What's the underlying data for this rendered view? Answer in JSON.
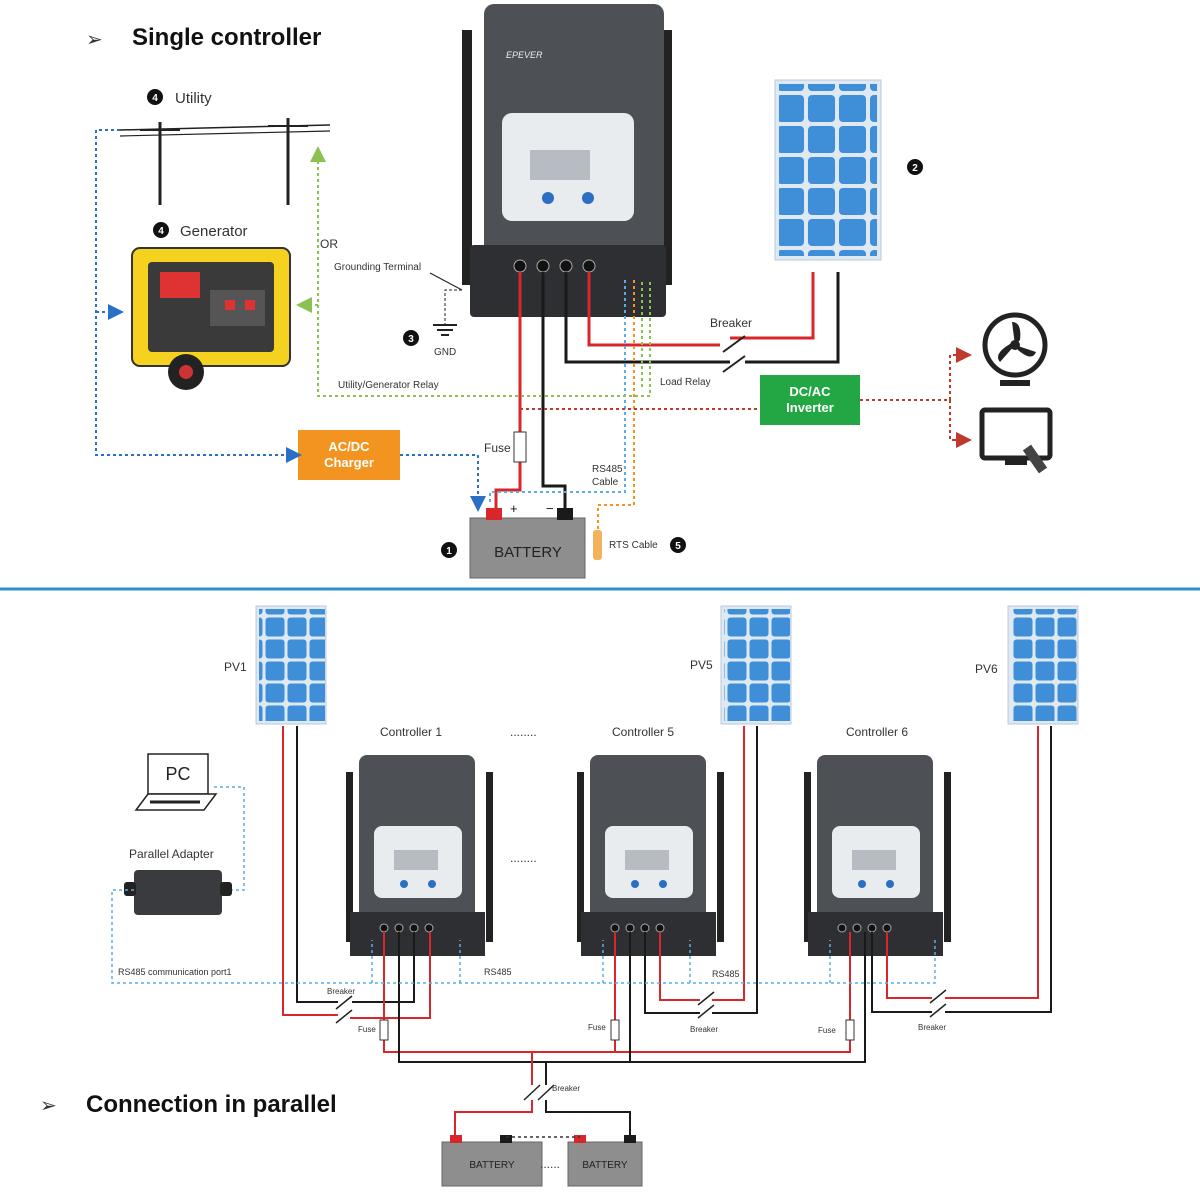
{
  "single": {
    "heading": "Single controller",
    "bullet": "➢",
    "utility": "Utility",
    "generator": "Generator",
    "or": "OR",
    "grounding_terminal": "Grounding Terminal",
    "gnd": "GND",
    "breaker": "Breaker",
    "load_relay": "Load Relay",
    "utility_generator_relay": "Utility/Generator Relay",
    "dc_ac_inverter": [
      "DC/AC",
      "Inverter"
    ],
    "ac_dc_charger": [
      "AC/DC",
      "Charger"
    ],
    "fuse": "Fuse",
    "rs485_cable": [
      "RS485",
      "Cable"
    ],
    "battery": "BATTERY",
    "rts_cable": "RTS Cable",
    "markers": {
      "battery": "1",
      "pv": "2",
      "ground": "3",
      "utility": "4",
      "generator": "4",
      "rts": "5"
    }
  },
  "parallel": {
    "heading": "Connection in parallel",
    "bullet": "➢",
    "pv_labels": [
      "PV1",
      "PV5",
      "PV6"
    ],
    "controllers": [
      "Controller 1",
      "Controller 5",
      "Controller 6"
    ],
    "pc": "PC",
    "parallel_adapter": "Parallel Adapter",
    "rs485_port": "RS485 communication port1",
    "rs485": "RS485",
    "breaker": "Breaker",
    "fuse": "Fuse",
    "battery": "BATTERY",
    "ellipsis": "......",
    "dots": "........"
  },
  "colors": {
    "positive_wire": "#d9262b",
    "negative_wire": "#1a1a1a",
    "pv_blue": "#3f8fd8",
    "divider": "#2b8fd0",
    "inverter_green": "#22a744",
    "charger_orange": "#f39421",
    "rs485_dotted": "#5aaee6",
    "relay_dotted": "#8cc152",
    "ac_dotted": "#c0392b",
    "controller_body": "#4d5055"
  }
}
